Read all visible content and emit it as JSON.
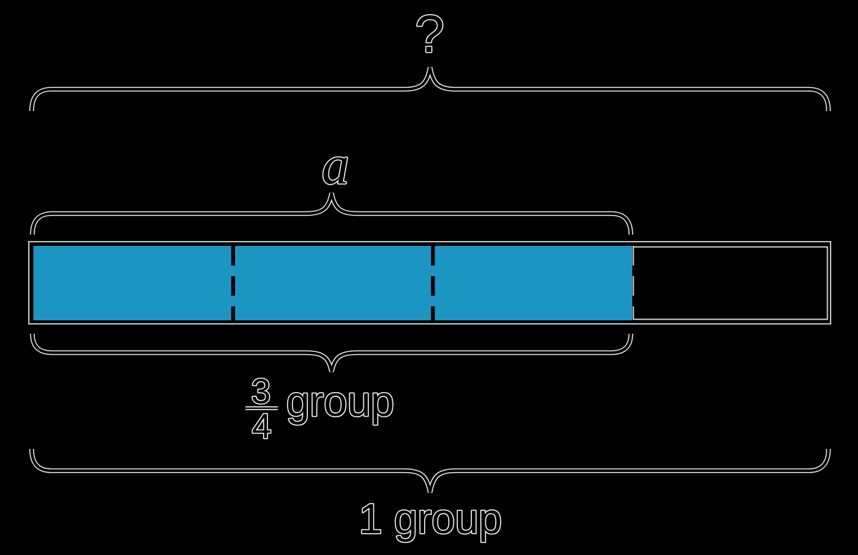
{
  "diagram_type": "fraction-tape-diagram",
  "colors": {
    "background": "#000000",
    "bar_fill": "#1d95c2",
    "outline": "#f0f0f0"
  },
  "bar": {
    "total_parts": 4,
    "shaded_parts": 3
  },
  "labels": {
    "total_question": "?",
    "shaded_length_variable": "a",
    "fraction_numerator": "3",
    "fraction_denominator": "4",
    "fraction_unit": "group",
    "whole_group": "1 group"
  }
}
